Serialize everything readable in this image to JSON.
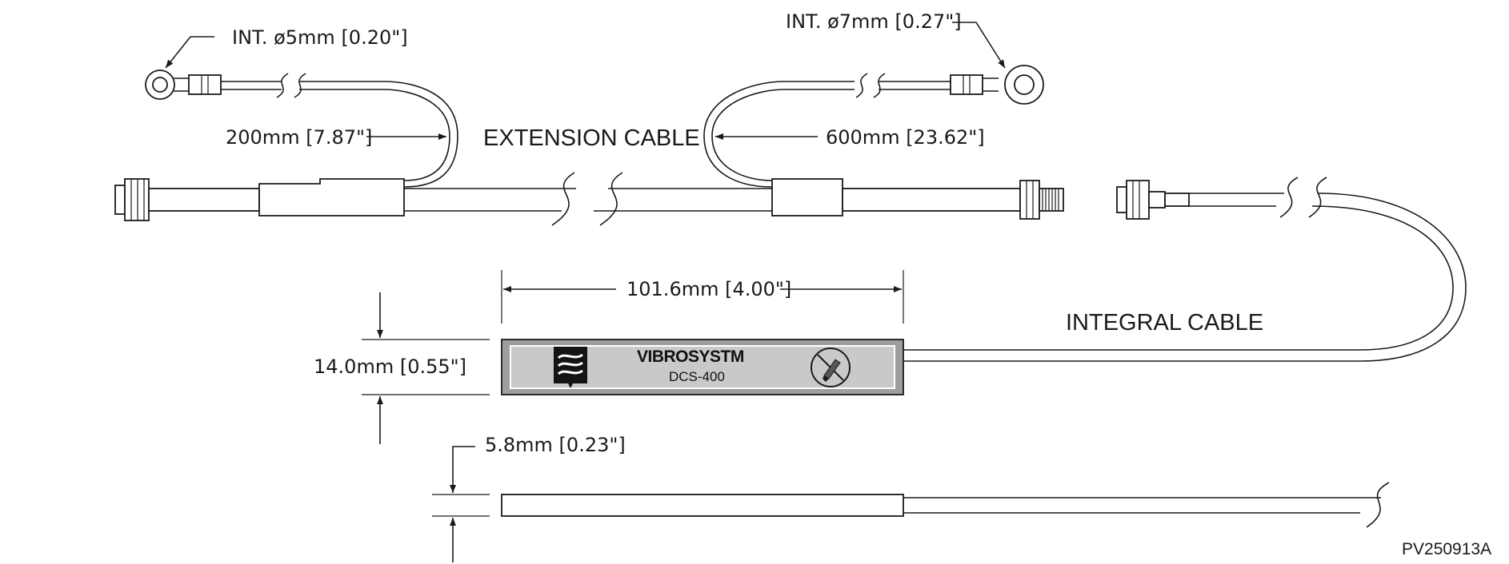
{
  "labels": {
    "extension_cable": "EXTENSION CABLE",
    "integral_cable": "INTEGRAL CABLE",
    "drawing_number": "PV250913A"
  },
  "dimensions": {
    "ring_left": "INT. ø5mm [0.20\"]",
    "ring_right": "INT. ø7mm [0.27\"]",
    "lead_left_length": "200mm [7.87\"]",
    "lead_right_length": "600mm [23.62\"]",
    "sensor_length": "101.6mm [4.00\"]",
    "sensor_width": "14.0mm [0.55\"]",
    "sensor_thickness": "5.8mm [0.23\"]"
  },
  "sensor": {
    "brand": "VIBROSYSTM",
    "model": "DCS-400"
  },
  "colors": {
    "line": "#1a1a1a",
    "sensor_plate": "#9e9e9e",
    "sensor_label": "#c9c9c9"
  }
}
